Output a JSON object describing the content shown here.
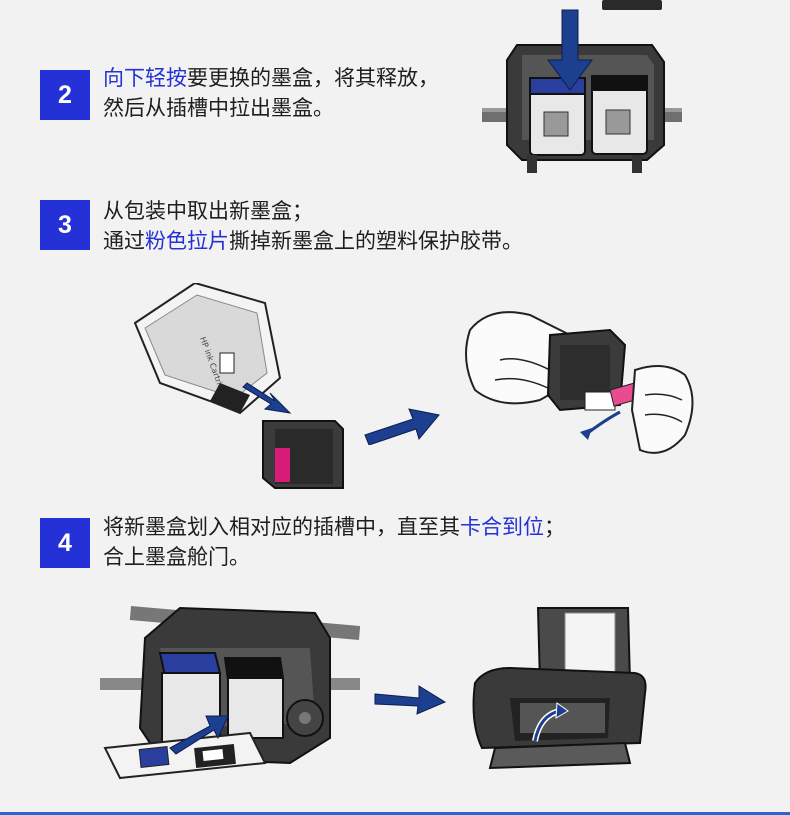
{
  "colors": {
    "accent": "#2431d6",
    "arrow": "#1d3f8f",
    "background": "#f2f2f2"
  },
  "steps": [
    {
      "number": "2",
      "line1_highlight": "向下轻按",
      "line1_rest": "要更换的墨盒，将其释放，",
      "line2": "然后从插槽中拉出墨盒。"
    },
    {
      "number": "3",
      "line1": "从包装中取出新墨盒；",
      "line2_pre": "通过",
      "line2_highlight": "粉色拉片",
      "line2_post": "撕掉新墨盒上的塑料保护胶带。"
    },
    {
      "number": "4",
      "line1_pre": "将新墨盒划入相对应的插槽中，直至其",
      "line1_highlight": "卡合到位",
      "line1_post": "；",
      "line2": "合上墨盒舱门。"
    }
  ],
  "illustration_text": {
    "package_brand": "HP ink Cartridge"
  }
}
